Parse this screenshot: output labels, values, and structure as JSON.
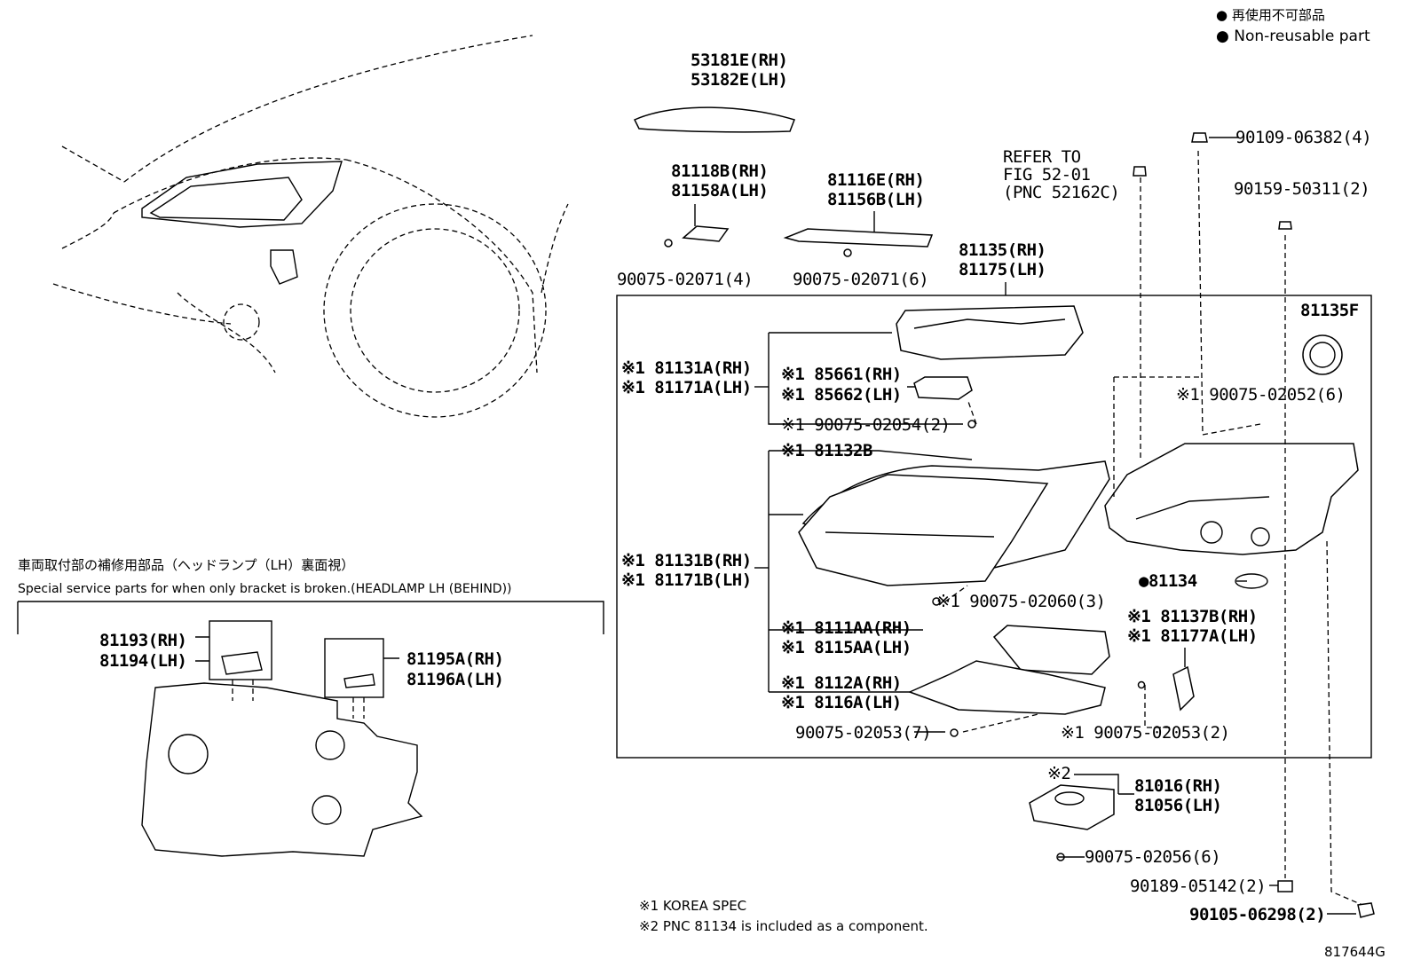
{
  "legend": {
    "line1": "● 再使用不可部品",
    "line2": "● Non-reusable part"
  },
  "special_box": {
    "title_jp": "車両取付部の補修用部品（ヘッドランプ（LH）裏面視）",
    "title_en": "Special service parts for when only bracket is broken.(HEADLAMP LH (BEHIND))",
    "bracket_a_rh": "81193(RH)",
    "bracket_a_lh": "81194(LH)",
    "bracket_b_rh": "81195A(RH)",
    "bracket_b_lh": "81196A(LH)"
  },
  "parts": {
    "p53181E": "53181E(RH)",
    "p53182E": "53182E(LH)",
    "p81118B": "81118B(RH)",
    "p81158A": "81158A(LH)",
    "p81116E": "81116E(RH)",
    "p81156B": "81156B(LH)",
    "refer1": "REFER TO",
    "refer2": "FIG 52-01",
    "refer3": "(PNC 52162C)",
    "p90109": "90109-06382(4)",
    "p90159": "90159-50311(2)",
    "p90075_a": "90075-02071(4)",
    "p90075_b": "90075-02071(6)",
    "p81135": "81135(RH)",
    "p81175": "81175(LH)",
    "p81135F": "81135F",
    "p81131A": "※1 81131A(RH)",
    "p81171A": "※1 81171A(LH)",
    "p85661": "※1 85661(RH)",
    "p85662": "※1 85662(LH)",
    "p90075_02054": "※1 90075-02054(2)",
    "p90075_02052": "※1 90075-02052(6)",
    "p81132B": "※1 81132B",
    "p81131B": "※1 81131B(RH)",
    "p81171B": "※1 81171B(LH)",
    "p81134": "●81134",
    "p90075_02060": "※1 90075-02060(3)",
    "p8111AA": "※1 8111AA(RH)",
    "p8115AA": "※1 8115AA(LH)",
    "p81137B": "※1 81137B(RH)",
    "p81177A": "※1 81177A(LH)",
    "p8112A": "※1 8112A(RH)",
    "p8116A": "※1 8116A(LH)",
    "p90075_02053_7": "90075-02053(7)",
    "p90075_02053_2": "※1 90075-02053(2)",
    "p2": "※2",
    "p81016": "81016(RH)",
    "p81056": "81056(LH)",
    "p90075_02056": "90075-02056(6)",
    "p90189": "90189-05142(2)",
    "p90105": "90105-06298(2)"
  },
  "footnotes": {
    "n1": "※1 KOREA SPEC",
    "n2": "※2 PNC 81134 is included as a component."
  },
  "figure_id": "817644G"
}
